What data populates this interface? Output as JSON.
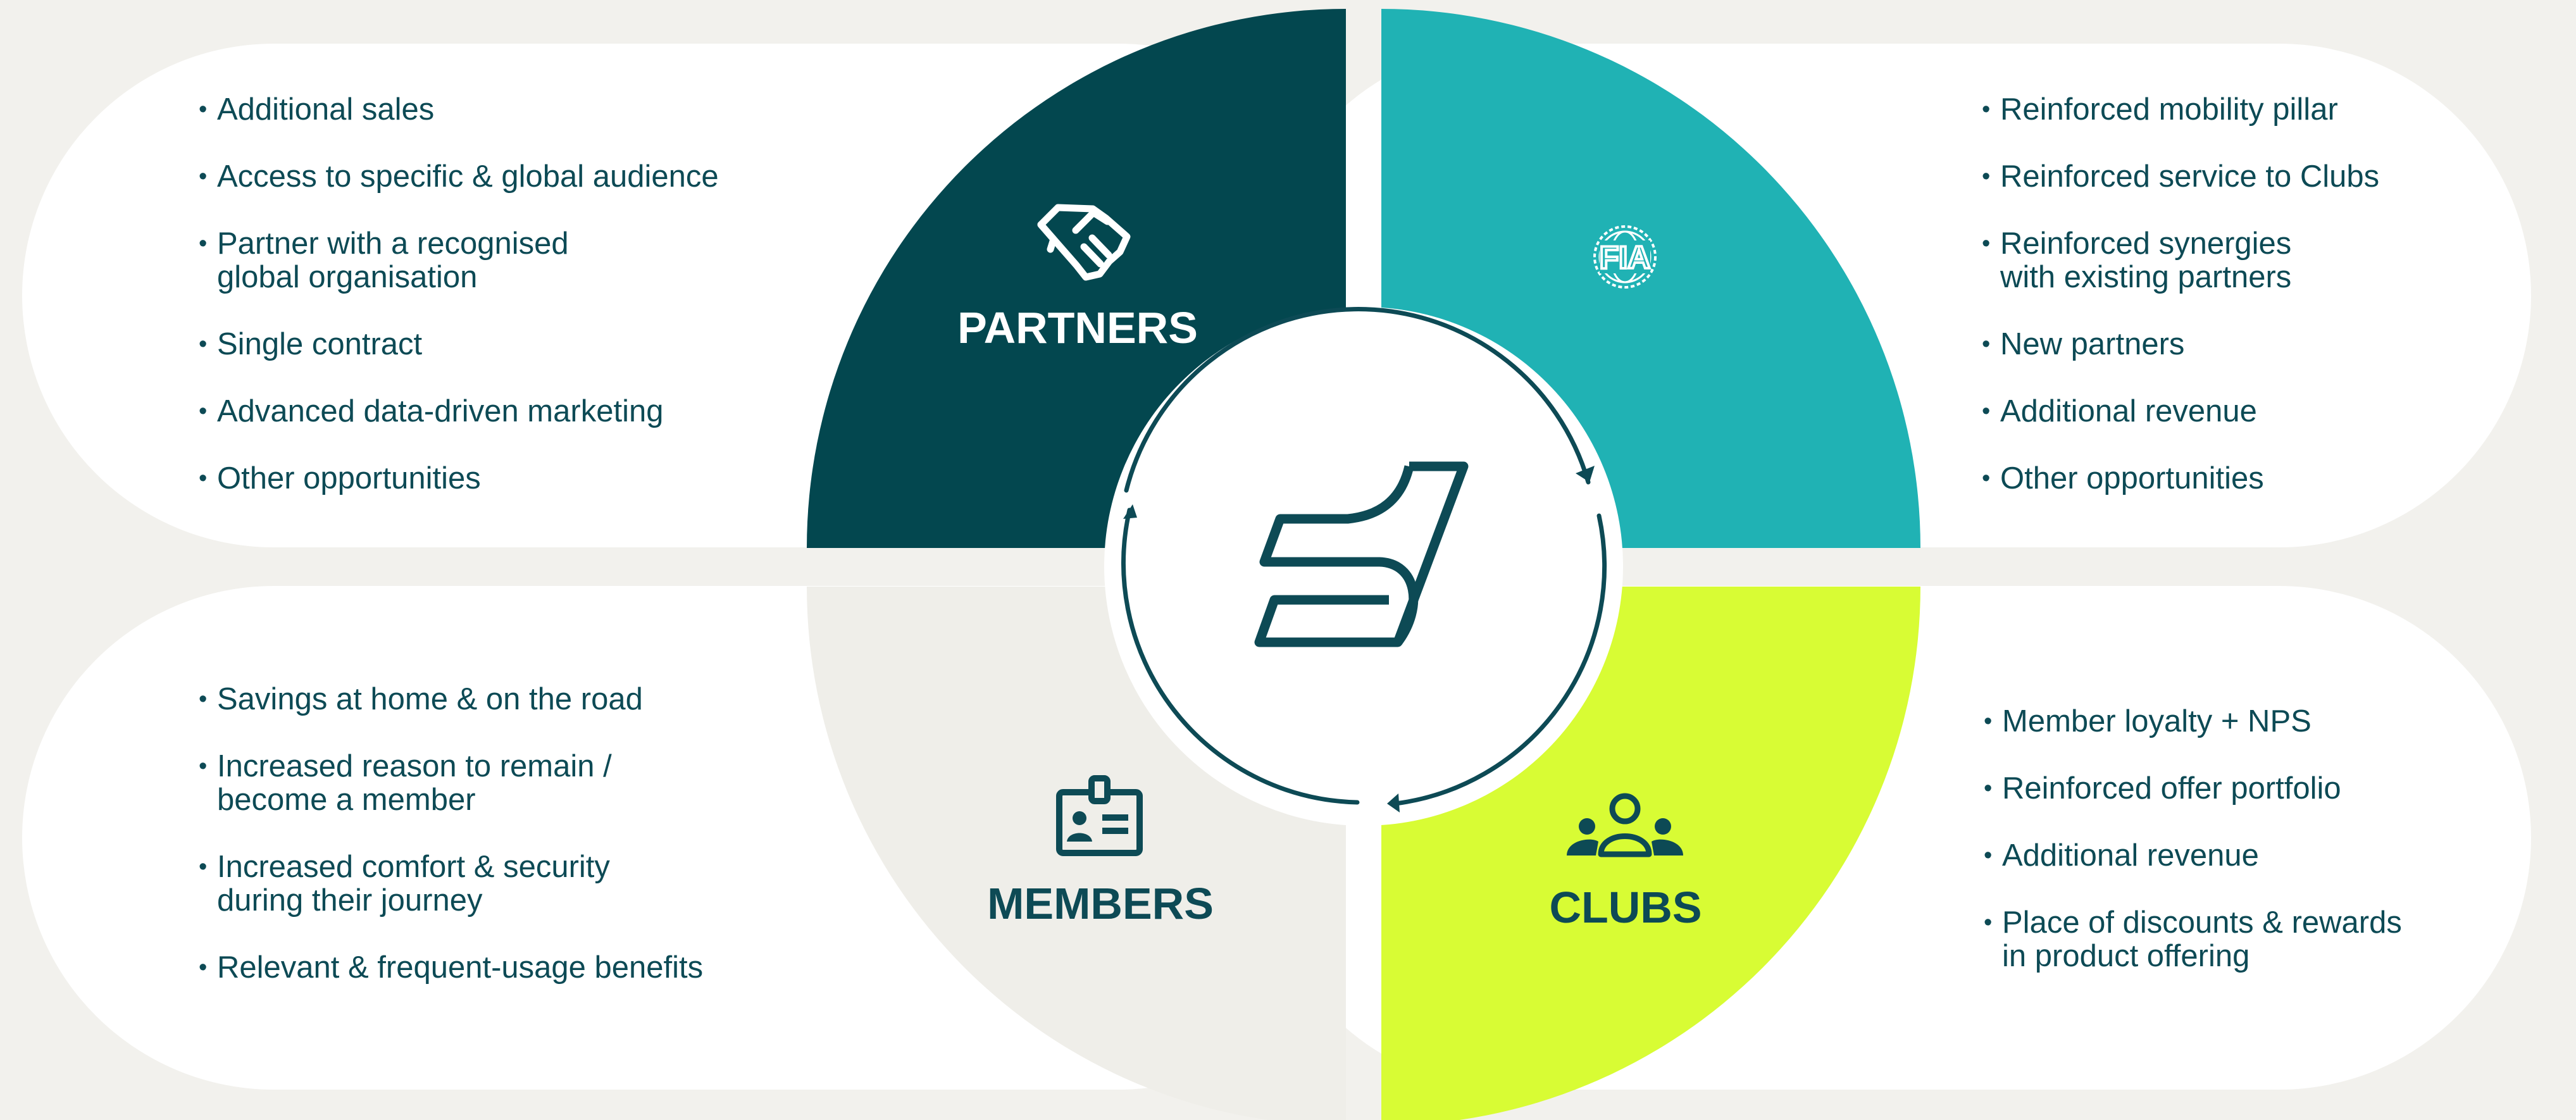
{
  "colors": {
    "background": "#f2f1ed",
    "pill": "#ffffff",
    "partners": "#03474f",
    "fia": "#20b2b4",
    "clubs": "#d8fc34",
    "members": "#efeee9",
    "text_dark": "#0d4a55"
  },
  "icons": {
    "partners": "handshake-icon",
    "fia": "fia-logo-icon",
    "members": "id-badge-icon",
    "clubs": "group-people-icon",
    "center": "brand-logo-icon"
  },
  "segments": {
    "partners": {
      "label": "PARTNERS",
      "items": [
        "Additional sales",
        "Access to specific & global audience",
        "Partner with a recognised\nglobal organisation",
        "Single contract",
        "Advanced data-driven marketing",
        "Other opportunities"
      ]
    },
    "fia": {
      "logo_text": "FIA",
      "items": [
        "Reinforced mobility pillar",
        "Reinforced service to Clubs",
        "Reinforced synergies\nwith existing partners",
        "New partners",
        "Additional revenue",
        "Other opportunities"
      ]
    },
    "members": {
      "label": "MEMBERS",
      "items": [
        "Savings at home & on the road",
        "Increased reason to remain /\nbecome a member",
        "Increased comfort & security\nduring their journey",
        "Relevant & frequent-usage benefits"
      ]
    },
    "clubs": {
      "label": "CLUBS",
      "items": [
        "Member loyalty + NPS",
        "Reinforced offer portfolio",
        "Additional revenue",
        "Place of discounts & rewards\nin product offering"
      ]
    }
  }
}
